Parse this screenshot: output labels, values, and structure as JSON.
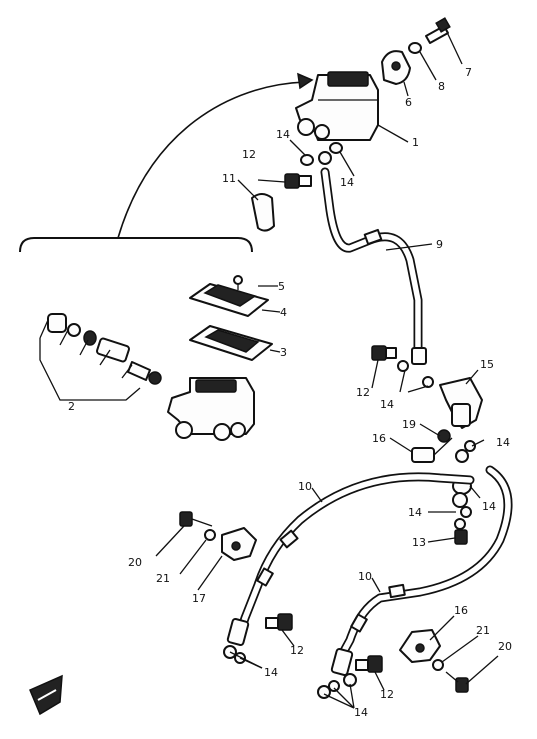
{
  "callouts": [
    {
      "id": "c1",
      "text": "1"
    },
    {
      "id": "c2",
      "text": "2"
    },
    {
      "id": "c3",
      "text": "3"
    },
    {
      "id": "c4",
      "text": "4"
    },
    {
      "id": "c5",
      "text": "5"
    },
    {
      "id": "c6",
      "text": "6"
    },
    {
      "id": "c7",
      "text": "7"
    },
    {
      "id": "c8",
      "text": "8"
    },
    {
      "id": "c9",
      "text": "9"
    },
    {
      "id": "c10a",
      "text": "10"
    },
    {
      "id": "c10b",
      "text": "10"
    },
    {
      "id": "c11",
      "text": "11"
    },
    {
      "id": "c12a",
      "text": "12"
    },
    {
      "id": "c12b",
      "text": "12"
    },
    {
      "id": "c12c",
      "text": "12"
    },
    {
      "id": "c12d",
      "text": "12"
    },
    {
      "id": "c13",
      "text": "13"
    },
    {
      "id": "c14a",
      "text": "14"
    },
    {
      "id": "c14b",
      "text": "14"
    },
    {
      "id": "c14c",
      "text": "14"
    },
    {
      "id": "c14d",
      "text": "14"
    },
    {
      "id": "c14e",
      "text": "14"
    },
    {
      "id": "c14f",
      "text": "14"
    },
    {
      "id": "c14g",
      "text": "14"
    },
    {
      "id": "c14h",
      "text": "14"
    },
    {
      "id": "c15",
      "text": "15"
    },
    {
      "id": "c16a",
      "text": "16"
    },
    {
      "id": "c16b",
      "text": "16"
    },
    {
      "id": "c17",
      "text": "17"
    },
    {
      "id": "c19",
      "text": "19"
    },
    {
      "id": "c20a",
      "text": "20"
    },
    {
      "id": "c20b",
      "text": "20"
    },
    {
      "id": "c21a",
      "text": "21"
    },
    {
      "id": "c21b",
      "text": "21"
    }
  ]
}
